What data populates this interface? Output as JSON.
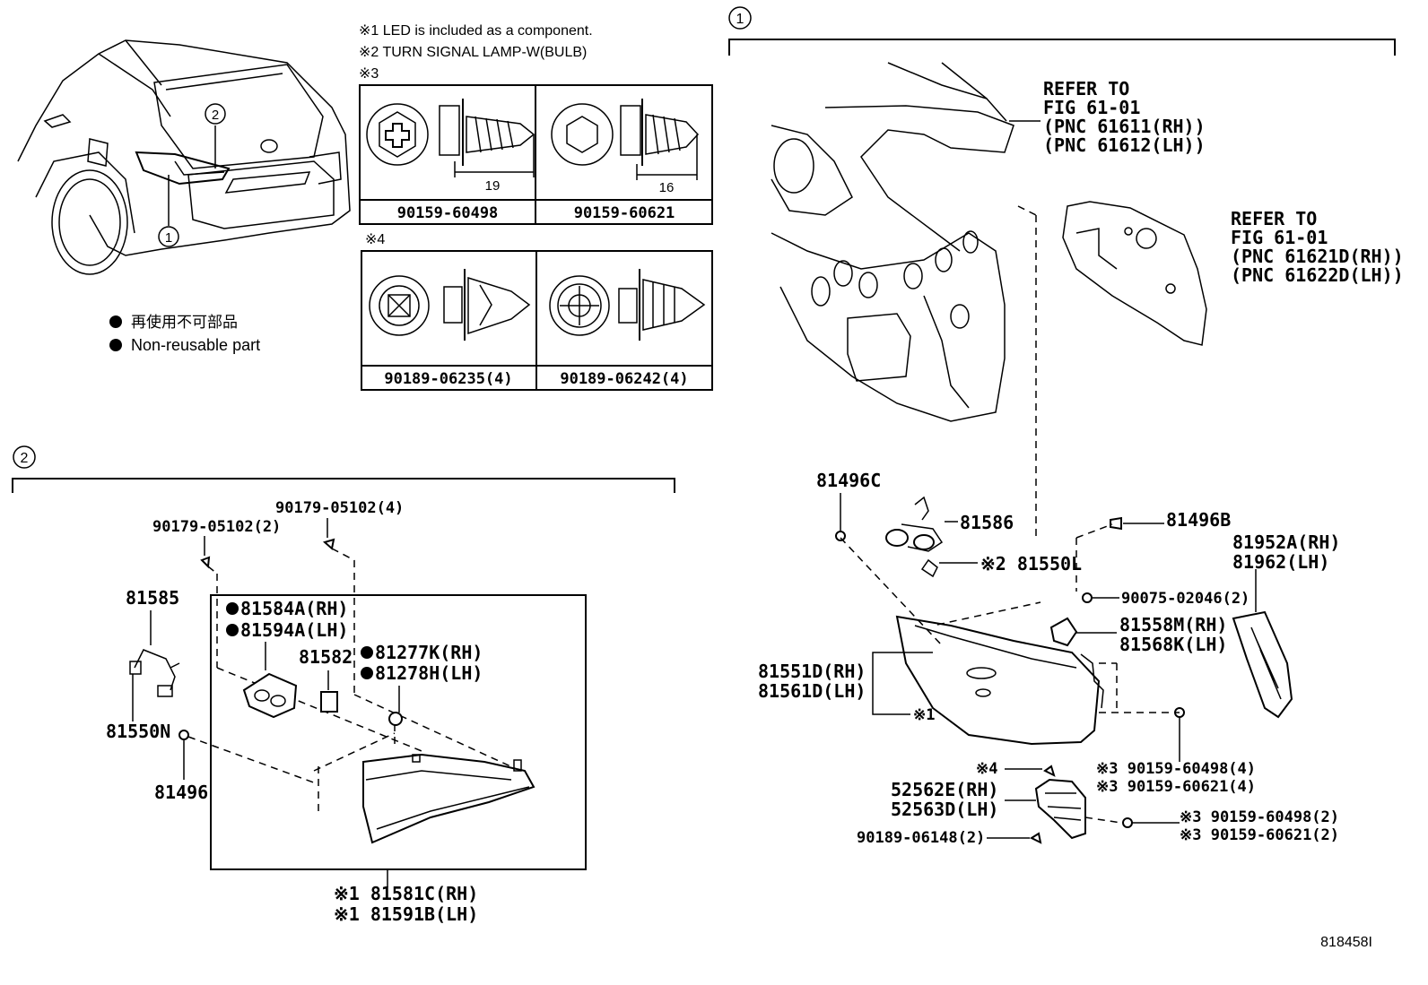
{
  "notes": {
    "n1": "※1 LED is included as a component.",
    "n2": "※2 TURN SIGNAL LAMP-W(BULB)",
    "n3": "※3",
    "n4": "※4"
  },
  "fasteners": {
    "screw1": {
      "part": "90159-60498",
      "length": "19"
    },
    "screw2": {
      "part": "90159-60621",
      "length": "16"
    },
    "clip1": {
      "part": "90189-06235(4)"
    },
    "clip2": {
      "part": "90189-06242(4)"
    }
  },
  "legend": {
    "jp": "再使用不可部品",
    "en": "Non-reusable part"
  },
  "callouts": {
    "c1": "1",
    "c2": "2"
  },
  "section1": {
    "number": "1",
    "refer_a": [
      "REFER TO",
      "FIG 61-01",
      "(PNC 61611(RH))",
      "(PNC 61612(LH))"
    ],
    "refer_b": [
      "REFER TO",
      "FIG 61-01",
      "(PNC 61621D(RH))",
      "(PNC 61622D(LH))"
    ],
    "labels": {
      "p81496C": "81496C",
      "p81586": "81586",
      "p81550L": "※2 81550L",
      "p81496B": "81496B",
      "p81952A": "81952A(RH)",
      "p81962": "81962(LH)",
      "p90075": "90075-02046(2)",
      "p81558M": "81558M(RH)",
      "p81568K": "81568K(LH)",
      "p81551D": "81551D(RH)",
      "p81561D": "81561D(LH)",
      "note1": "※1",
      "note4": "※4",
      "f1a": "※3 90159-60498(4)",
      "f1b": "※3 90159-60621(4)",
      "p52562E": "52562E(RH)",
      "p52563D": "52563D(LH)",
      "f2a": "※3 90159-60498(2)",
      "f2b": "※3 90159-60621(2)",
      "p90189": "90189-06148(2)"
    }
  },
  "section2": {
    "number": "2",
    "labels": {
      "s90179a": "90179-05102(4)",
      "s90179b": "90179-05102(2)",
      "p81585": "81585",
      "p81584A": "81584A(RH)",
      "p81594A": "81594A(LH)",
      "p81582": "81582",
      "p81277K": "81277K(RH)",
      "p81278H": "81278H(LH)",
      "p81550N": "81550N",
      "p81496": "81496",
      "p81581C": "※1 81581C(RH)",
      "p81591B": "※1 81591B(LH)"
    }
  },
  "figure_id": "818458I"
}
